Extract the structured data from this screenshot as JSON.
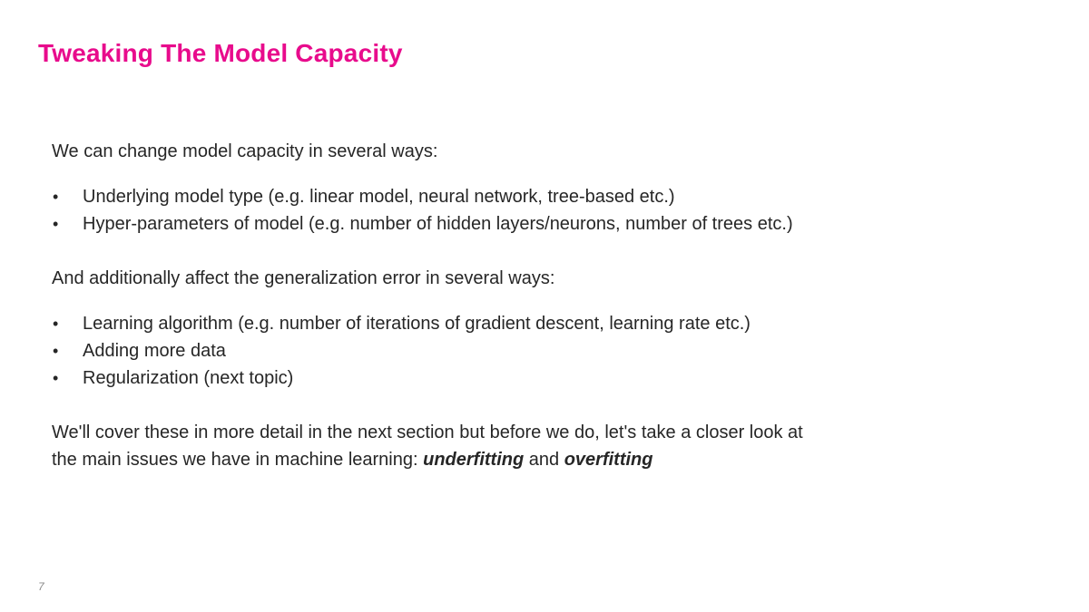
{
  "slide": {
    "title": "Tweaking The Model Capacity",
    "intro1": "We can change model capacity in several ways:",
    "bullets1": [
      "Underlying model type (e.g. linear model, neural network, tree-based etc.)",
      "Hyper-parameters of model (e.g. number of hidden layers/neurons, number of trees etc.)"
    ],
    "intro2": "And additionally affect the generalization error in several ways:",
    "bullets2": [
      "Learning algorithm (e.g. number of iterations of gradient descent, learning rate etc.)",
      "Adding more data",
      "Regularization (next topic)"
    ],
    "closing": {
      "line1": "We'll cover these in more detail in the next section but before we do, let's take a closer look at",
      "line2_prefix": "the main issues we have in machine learning: ",
      "term1": "underfitting",
      "connector": " and ",
      "term2": "overfitting"
    },
    "page_number": "7",
    "colors": {
      "title_pink": "#e80b8c",
      "body_text": "#262626",
      "page_number_gray": "#8a8a8a",
      "background": "#ffffff"
    }
  }
}
